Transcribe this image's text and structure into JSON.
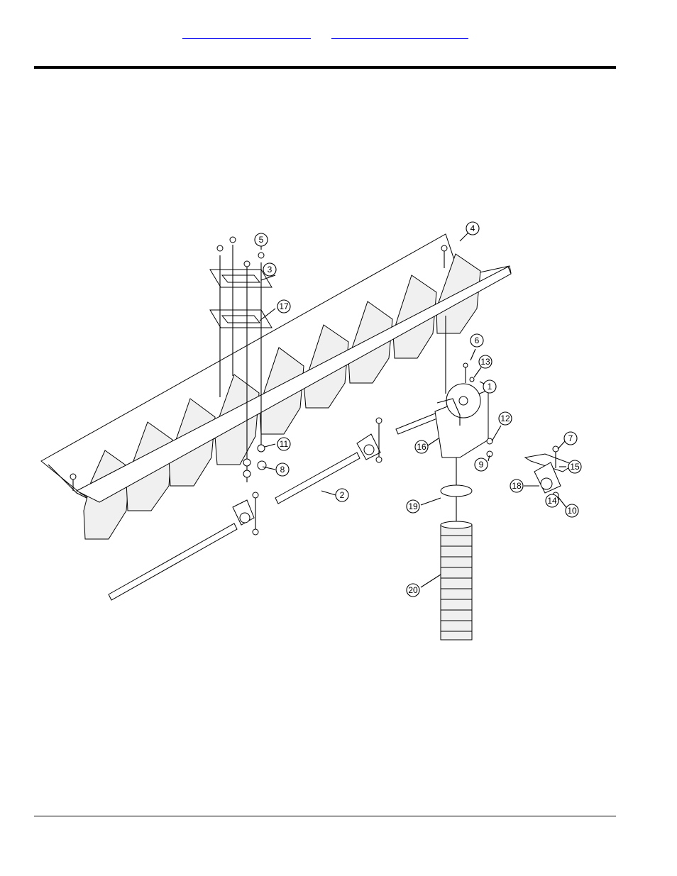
{
  "header": {
    "links": [
      {
        "label": ""
      },
      {
        "label": ""
      }
    ]
  },
  "diagram": {
    "callouts": [
      "1",
      "2",
      "3",
      "4",
      "5",
      "6",
      "7",
      "8",
      "9",
      "10",
      "11",
      "12",
      "13",
      "14",
      "15",
      "16",
      "17",
      "18",
      "19",
      "20"
    ]
  }
}
